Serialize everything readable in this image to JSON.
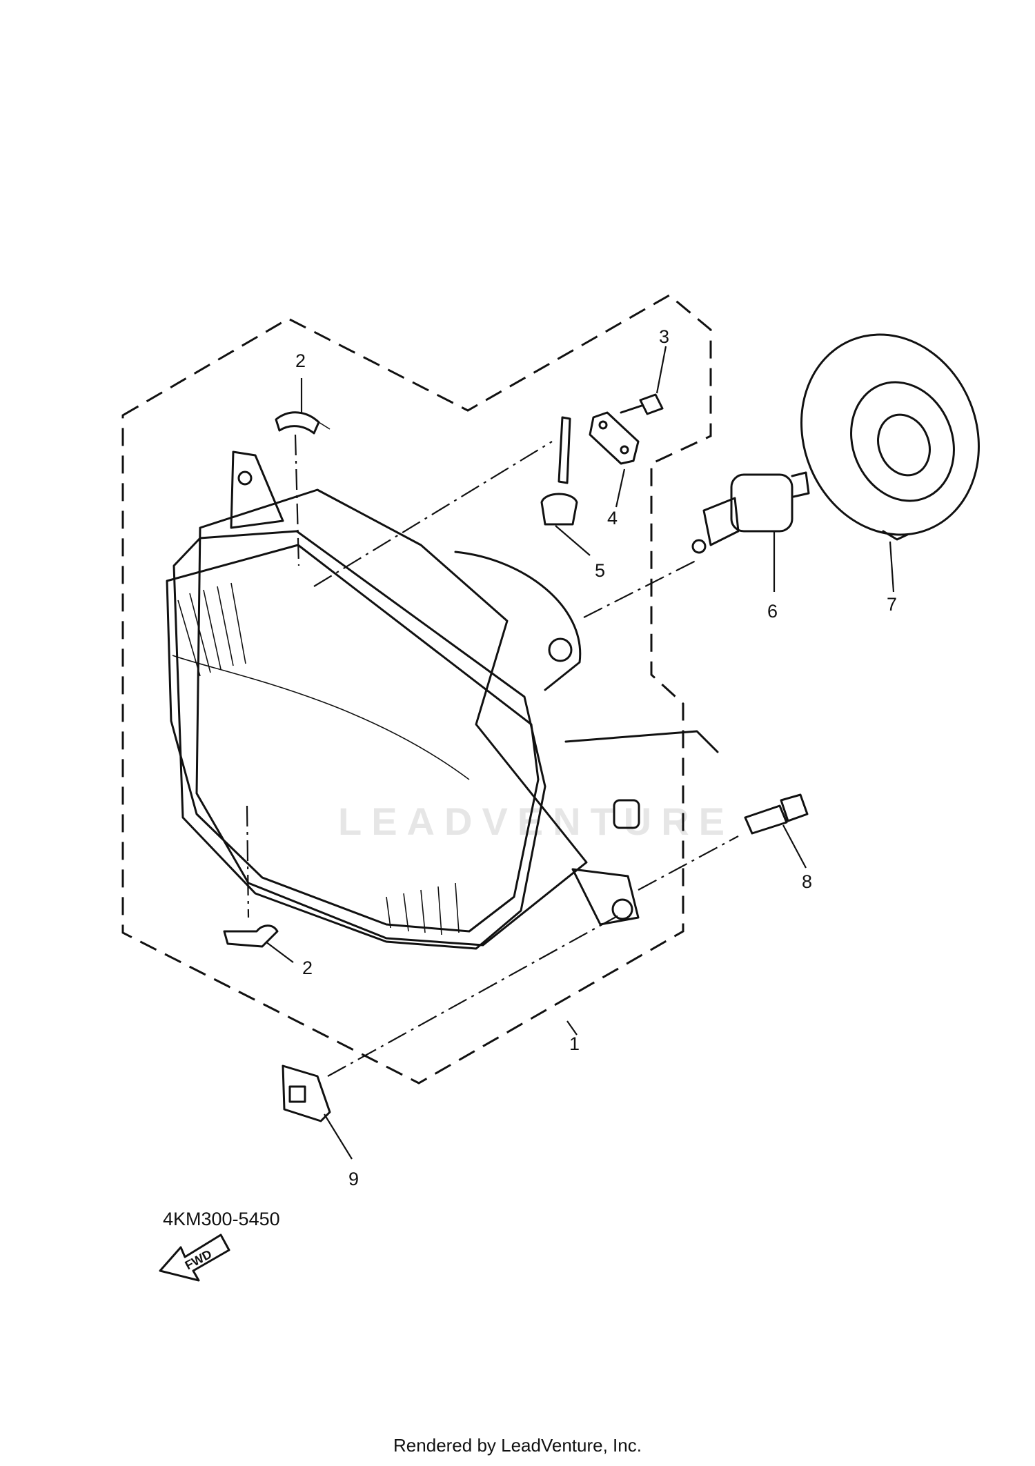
{
  "diagram": {
    "callouts": [
      {
        "id": "1",
        "label": "1"
      },
      {
        "id": "2a",
        "label": "2"
      },
      {
        "id": "2b",
        "label": "2"
      },
      {
        "id": "3",
        "label": "3"
      },
      {
        "id": "4",
        "label": "4"
      },
      {
        "id": "5",
        "label": "5"
      },
      {
        "id": "6",
        "label": "6"
      },
      {
        "id": "7",
        "label": "7"
      },
      {
        "id": "8",
        "label": "8"
      },
      {
        "id": "9",
        "label": "9"
      }
    ],
    "fwd_label": "FWD",
    "part_code": "4KM300-5450",
    "watermark": "LEADVENTURE",
    "footer": "Rendered by LeadVenture, Inc."
  }
}
